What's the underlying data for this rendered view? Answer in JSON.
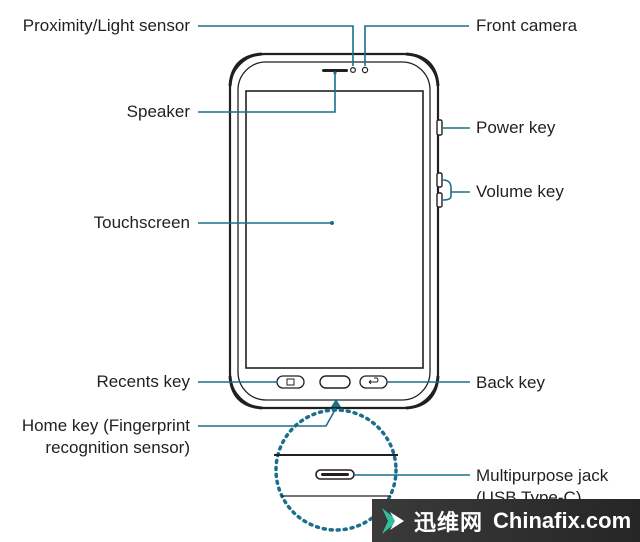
{
  "labels": {
    "proximity_sensor": "Proximity/Light sensor",
    "front_camera": "Front camera",
    "speaker": "Speaker",
    "power_key": "Power key",
    "volume_key": "Volume key",
    "touchscreen": "Touchscreen",
    "recents_key": "Recents key",
    "back_key": "Back key",
    "home_key_line1": "Home key (Fingerprint",
    "home_key_line2": "recognition sensor)",
    "multipurpose_jack_line1": "Multipurpose jack",
    "multipurpose_jack_line2": "(USB Type-C)"
  },
  "watermark": {
    "chinese": "迅维网",
    "english": "Chinafix.com"
  },
  "colors": {
    "leader_line": "#1b6f8c",
    "device_outline": "#231f20",
    "zoom_circle": "#1b6f8c"
  }
}
